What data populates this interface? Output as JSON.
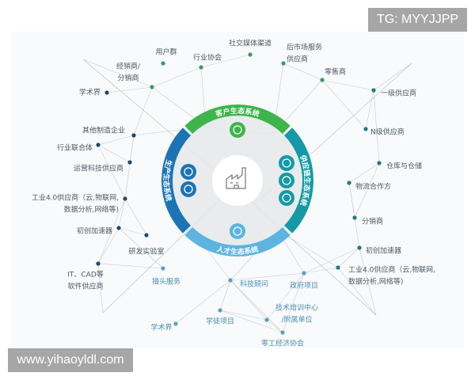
{
  "colors": {
    "customer": "#3db54a",
    "supply": "#149aa6",
    "talent": "#5cb4e0",
    "production": "#1b75b5",
    "dot_left": "#24486b",
    "dot_top": "#3a9a5b",
    "dot_right": "#1f7a80",
    "dot_bottom": "#5a9fc0",
    "line": "#c9cdd1"
  },
  "center": {
    "icon": "factory-icon"
  },
  "segments": [
    {
      "label": "客户生态系统",
      "icons": [
        "handshake-icon"
      ]
    },
    {
      "label": "供应链生态系统",
      "icons": [
        "check-icon",
        "box-icon",
        "refresh-icon"
      ]
    },
    {
      "label": "人才生态系统",
      "icons": [
        "people-icon"
      ]
    },
    {
      "label": "生产生态系统",
      "icons": [
        "gears-icon",
        "circuit-icon"
      ]
    }
  ],
  "nodes": {
    "top": [
      [
        "用户群"
      ],
      [
        "行业协会"
      ],
      [
        "经销商/",
        "分销商"
      ],
      [
        "社交媒体渠道"
      ],
      [
        "后市场服务",
        "供应商"
      ],
      [
        "零售商"
      ]
    ],
    "left": [
      [
        "学术界"
      ],
      [
        "其他制造企业"
      ],
      [
        "行业联合体"
      ],
      [
        "运营科技供应商"
      ],
      [
        "工业4.0供应商（云,物联网,",
        "数据分析,网络等)"
      ],
      [
        "初创加速器"
      ],
      [
        "研发实验室"
      ],
      [
        "IT、CAD等",
        "软件供应商"
      ]
    ],
    "right": [
      [
        "一级供应商"
      ],
      [
        "N级供应商"
      ],
      [
        "仓库与仓储"
      ],
      [
        "物流合作方"
      ],
      [
        "分销商"
      ],
      [
        "初创加速器"
      ],
      [
        "工业4.0供应商（云,物联网,",
        "数据分析,网络等)"
      ]
    ],
    "bottom": [
      [
        "猎头服务"
      ],
      [
        "科技顾问"
      ],
      [
        "政府项目"
      ],
      [
        "学术界"
      ],
      [
        "学徒项目"
      ],
      [
        "技术培训中心",
        "/附属单位"
      ],
      [
        "零工经济协会"
      ]
    ]
  },
  "watermarks": {
    "tg": "TG: MYYJJPP",
    "url": "www.yihaoyldl.com"
  }
}
